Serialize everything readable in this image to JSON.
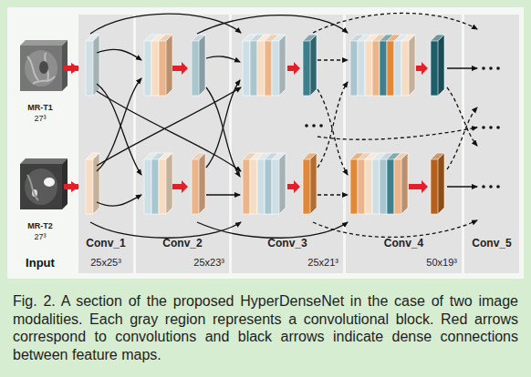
{
  "diagram": {
    "caption": "Fig. 2. A section of the proposed HyperDenseNet in the case of two image modalities. Each gray region represents a convolutional block. Red arrows correspond to convolutions and black arrows indicate dense connections between feature maps.",
    "nodes": [
      {
        "text": [
          "MR-T1",
          "27³"
        ]
      },
      {
        "text": [
          "MR-T2",
          "27³"
        ]
      },
      {
        "text": [
          "Conv_1",
          "25x25³"
        ]
      },
      {
        "text": [
          "Conv_2",
          "25x23³"
        ]
      },
      {
        "text": [
          "Conv_3",
          "25x21³"
        ]
      },
      {
        "text": [
          "Conv_4",
          "50x19³"
        ]
      },
      {
        "text": [
          "Conv_5"
        ]
      }
    ],
    "edges": [
      {
        "from": 0,
        "to": 2,
        "arrow": "to"
      },
      {
        "from": 1,
        "to": 2,
        "arrow": "to"
      }
    ],
    "labels": [
      "Input"
    ]
  }
}
